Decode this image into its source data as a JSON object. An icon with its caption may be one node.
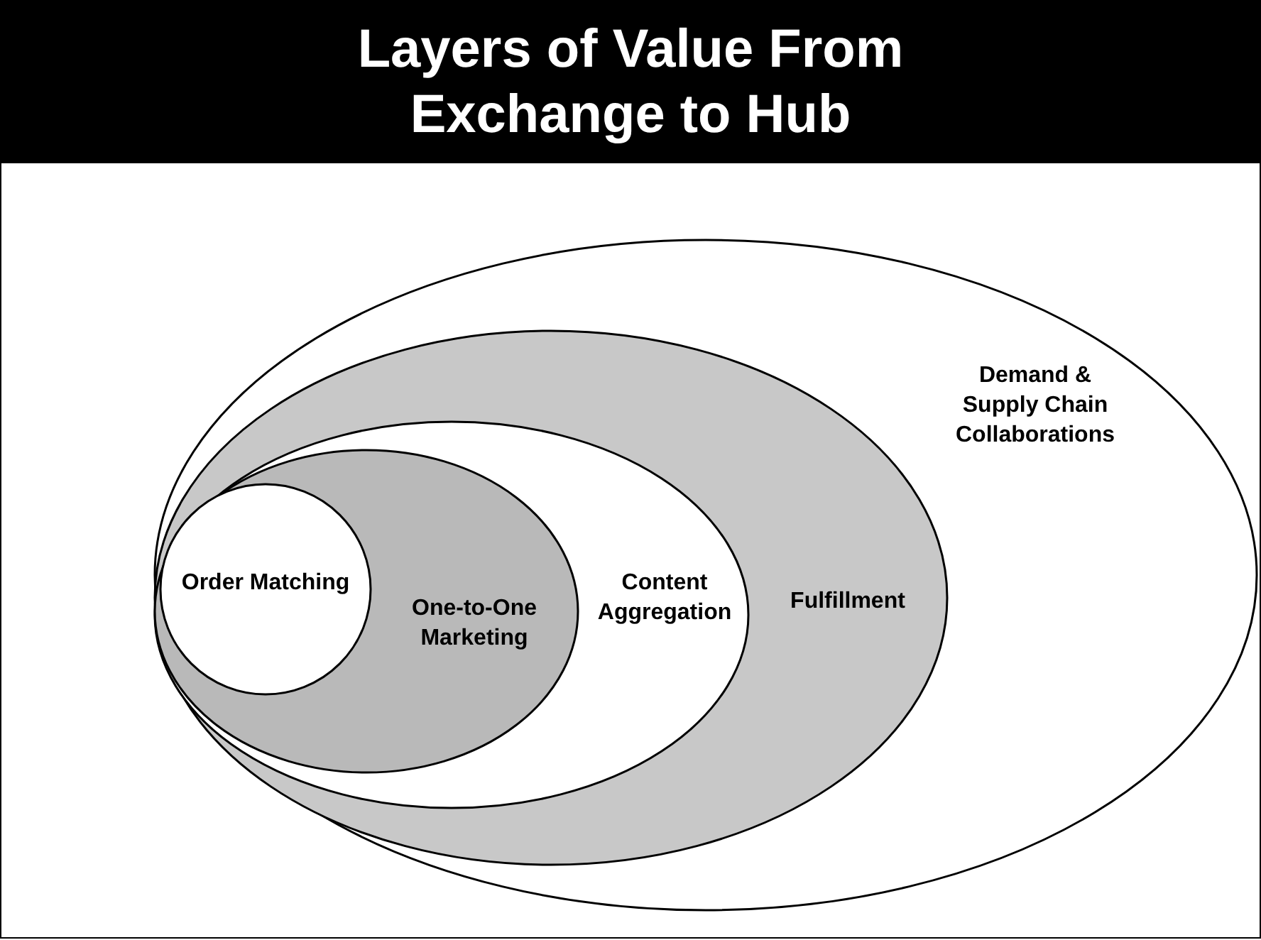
{
  "diagram": {
    "title": "Layers of Value From Exchange to Hub",
    "nodes": [
      {
        "text": [
          "Demand & Supply Chain Collaborations"
        ]
      },
      {
        "text": [
          "Fulfillment"
        ],
        "in": 0
      },
      {
        "text": [
          "Content Aggregation"
        ],
        "in": 1
      },
      {
        "text": [
          "One-to-One Marketing"
        ],
        "in": 2
      },
      {
        "text": [
          "Order Matching"
        ],
        "in": 3
      }
    ]
  }
}
